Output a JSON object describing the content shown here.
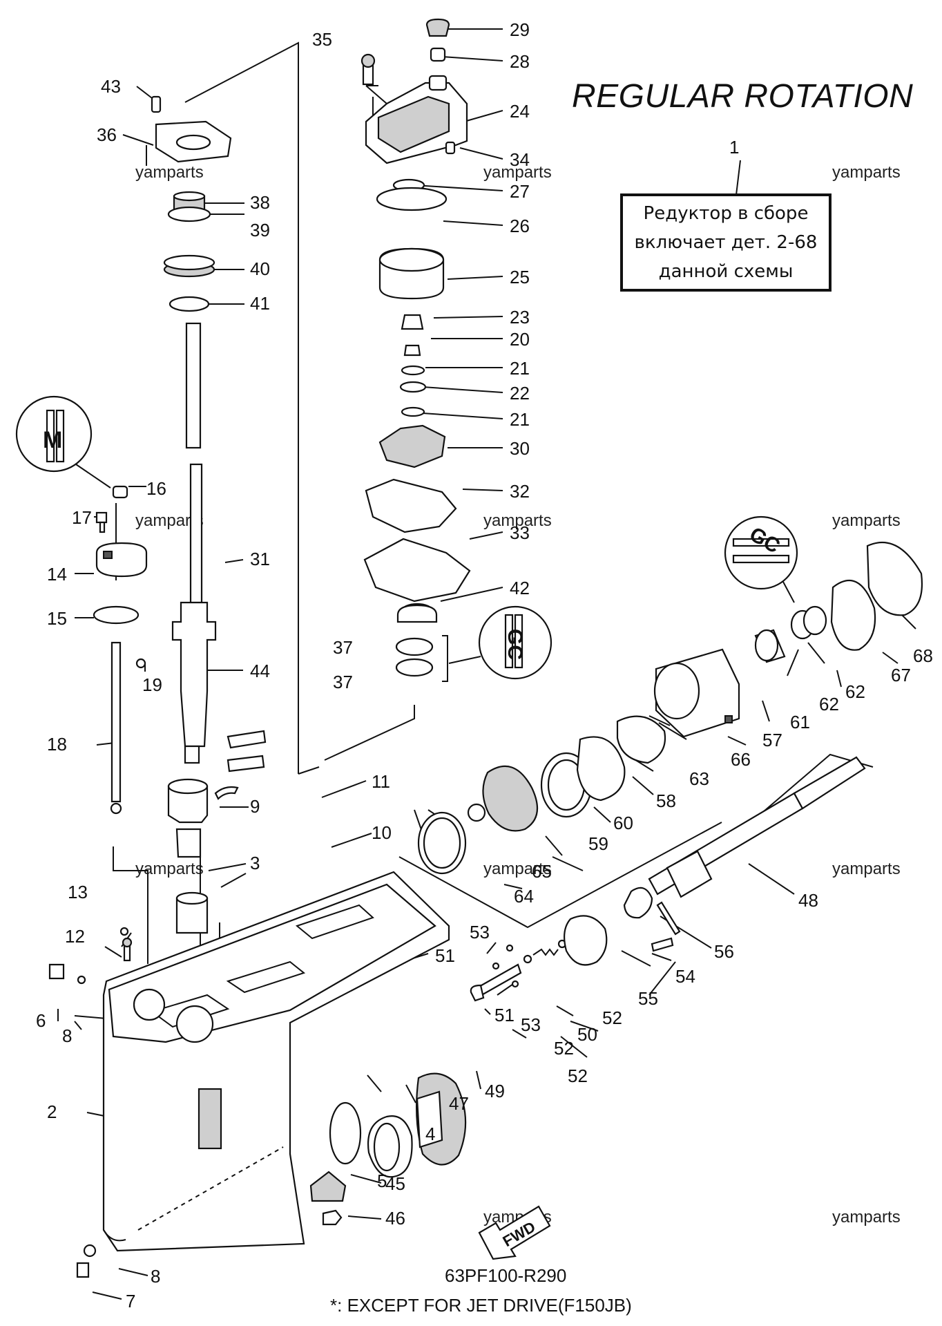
{
  "header": {
    "title": "REGULAR ROTATION",
    "assembly_ref": "1",
    "assembly_note_lines": [
      "Редуктор в сборе",
      "включает дет. 2-68",
      "данной схемы"
    ]
  },
  "watermark": "yamparts",
  "footer": {
    "diagram_code": "63PF100-R290",
    "footnote": "*: EXCEPT FOR JET DRIVE(F150JB)"
  },
  "parts": {
    "p2": "2",
    "p3": "3",
    "p4": "4",
    "p5": "5",
    "p6": "6",
    "p7": "7",
    "p8a": "8",
    "p8b": "8",
    "p9": "9",
    "p10": "10",
    "p11": "11",
    "p12": "12",
    "p13": "13",
    "p14": "14",
    "p15": "15",
    "p16": "16",
    "p17": "17",
    "p18": "18",
    "p19": "19",
    "p20": "20",
    "p21a": "21",
    "p21b": "21",
    "p22": "22",
    "p23": "23",
    "p24": "24",
    "p25": "25",
    "p26": "26",
    "p27": "27",
    "p28": "28",
    "p29": "29",
    "p30": "30",
    "p31": "31",
    "p32": "32",
    "p33": "33",
    "p34": "34",
    "p35": "35",
    "p36": "36",
    "p37a": "37",
    "p37b": "37",
    "p38": "38",
    "p39": "39",
    "p40": "40",
    "p41": "41",
    "p42": "42",
    "p43": "43",
    "p44": "44",
    "p45": "45",
    "p46": "46",
    "p47": "47",
    "p48": "48",
    "p49": "49",
    "p50": "50",
    "p51a": "51",
    "p51b": "51",
    "p52a": "52",
    "p52b": "52",
    "p52c": "52",
    "p53a": "53",
    "p53b": "53",
    "p54": "54",
    "p55": "55",
    "p56": "56",
    "p57": "57",
    "p58": "58",
    "p59": "59",
    "p60": "60",
    "p61": "61",
    "p62a": "62",
    "p62b": "62",
    "p63": "63",
    "p64": "64",
    "p65": "65",
    "p66": "66",
    "p67": "67",
    "p68": "68"
  },
  "sealant_marks": [
    "M",
    "GC",
    "GC"
  ],
  "direction_mark": "FWD"
}
